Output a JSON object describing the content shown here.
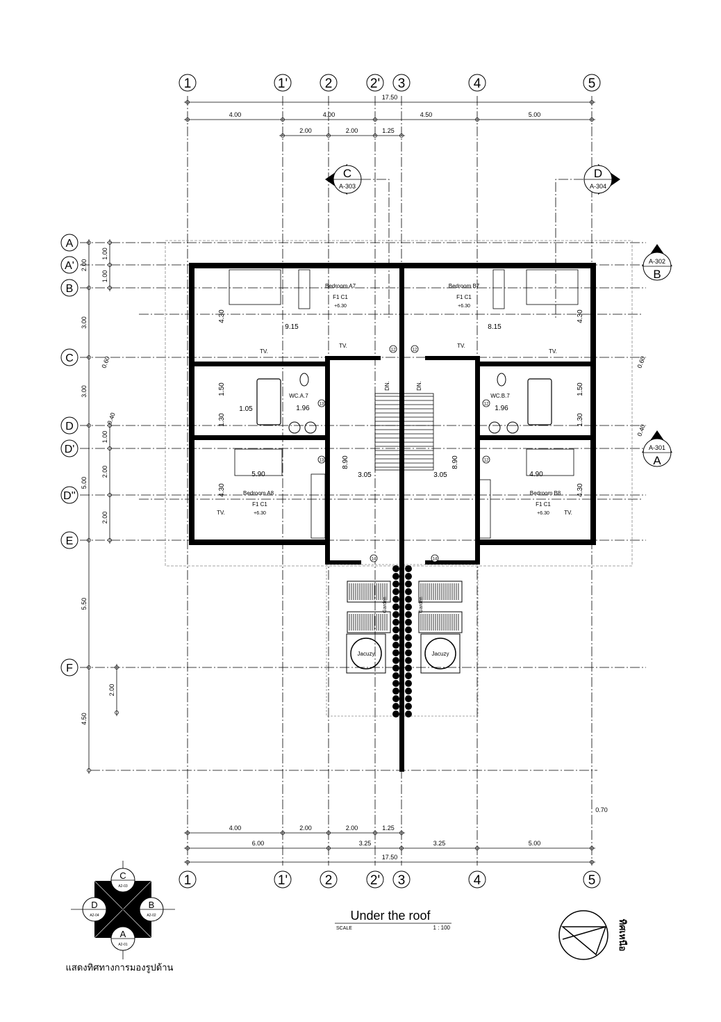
{
  "grid_columns": [
    "1",
    "1'",
    "2",
    "2'",
    "3",
    "4",
    "5"
  ],
  "grid_rows": [
    "A",
    "A'",
    "B",
    "C",
    "D",
    "D'",
    "D''",
    "E",
    "F"
  ],
  "dims_top": {
    "overall": "17.50",
    "row2": [
      "4.00",
      "4.00",
      "4.50",
      "5.00"
    ],
    "row3": [
      "2.00",
      "2.00",
      "1.25"
    ]
  },
  "dims_bottom": {
    "row1": [
      "4.00",
      "2.00",
      "2.00",
      "1.25"
    ],
    "row2": [
      "6.00",
      "3.25",
      "3.25",
      "5.00"
    ],
    "overall": "17.50"
  },
  "dims_left_inner": [
    "1.00",
    "1.00",
    "0.60",
    "0.40",
    "1.00",
    "2.00",
    "2.00",
    "2.00"
  ],
  "dims_left_outer": [
    "2.00",
    "3.00",
    "3.00",
    "5.00",
    "5.50",
    "4.50"
  ],
  "dims_right": [
    "0.60",
    "0.40",
    "0.70"
  ],
  "sections": [
    {
      "letter": "C",
      "sheet": "A-303"
    },
    {
      "letter": "D",
      "sheet": "A-304"
    },
    {
      "letter": "B",
      "sheet": "A-302"
    },
    {
      "letter": "A",
      "sheet": "A-301"
    }
  ],
  "rooms": {
    "bedroom_a7": "Bedroom A7",
    "bedroom_b7": "Bedroom B7",
    "bedroom_a8": "Bedroom A8",
    "bedroom_b8": "Bedroom B8",
    "wc_a7": "WC.A.7",
    "wc_b7": "WC.B.7",
    "level": "+6.30",
    "fc": "F1 C1",
    "jacuzzi": "Jacuzy",
    "garden": "Garden",
    "dn": "DN.",
    "tv": "TV."
  },
  "room_dims": {
    "a_width": "9.15",
    "b_width": "8.15",
    "a8_width": "5.90",
    "b8_width": "4.90",
    "bed_depth": "4.30",
    "wc_upper": "1.50",
    "wc_lower": "1.30",
    "tub": "1.05",
    "wc_width": "1.96",
    "hall_len": "8.90",
    "hall_w": "3.05"
  },
  "door_tags": [
    "12",
    "12",
    "13",
    "13",
    "12",
    "12",
    "14",
    "14"
  ],
  "title": {
    "text": "Under the roof",
    "scale_label": "SCALE",
    "scale_value": "1 : 100"
  },
  "legend": {
    "caption": "แสดงทิศทางการมองรูปด้าน",
    "views": [
      {
        "letter": "C",
        "sheet": "A2-03"
      },
      {
        "letter": "B",
        "sheet": "A2-02"
      },
      {
        "letter": "A",
        "sheet": "A2-01"
      },
      {
        "letter": "D",
        "sheet": "A2-04"
      }
    ]
  },
  "north": {
    "label": "ทิศเหนือ"
  }
}
